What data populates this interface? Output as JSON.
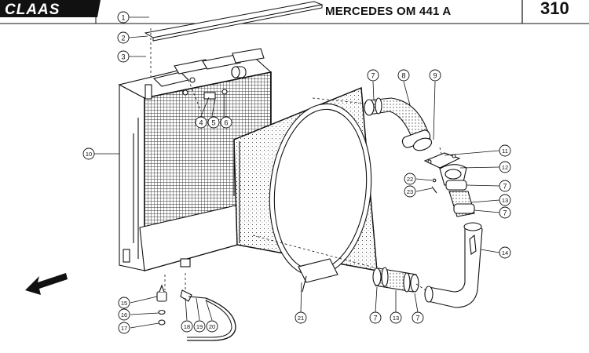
{
  "header": {
    "brand": "CLAAS",
    "title": "MERCEDES OM 441 A",
    "page_number": "310"
  },
  "callouts": [
    "1",
    "2",
    "3",
    "4",
    "5",
    "6",
    "7",
    "8",
    "9",
    "10",
    "11",
    "12",
    "7",
    "13",
    "7",
    "14",
    "15",
    "16",
    "17",
    "18",
    "19",
    "20",
    "21",
    "7",
    "13",
    "7",
    "22",
    "23"
  ],
  "colors": {
    "ink": "#111111",
    "paper": "#ffffff"
  }
}
